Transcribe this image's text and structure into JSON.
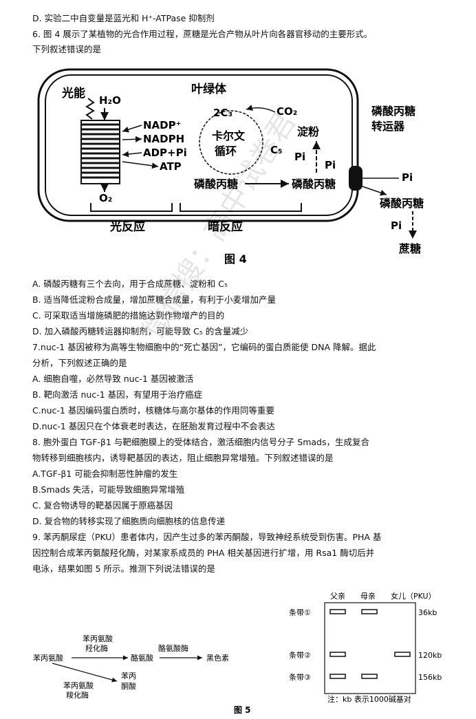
{
  "top_lines": [
    "D. 实验二中自变量是蓝光和 H⁺-ATPase 抑制剂",
    "6. 图 4 展示了某植物的光合作用过程，蔗糖是光合产物从叶片向各器官移动的主要形式。",
    "下列叙述错误的是"
  ],
  "figure4": {
    "light_label": "光能",
    "h2o": "H₂O",
    "o2": "O₂",
    "chloroplast": "叶绿体",
    "c3": "2C₃",
    "co2": "CO₂",
    "calvin": [
      "卡尔文",
      "循环"
    ],
    "c5": "C₅",
    "nadp": "NADP⁺",
    "nadph": "NADPH",
    "adppi": "ADP+Pi",
    "atp": "ATP",
    "triose_left": "磷酸丙糖",
    "triose_mid": "磷酸丙糖",
    "starch": "淀粉",
    "pi_mid": "Pi",
    "pi_membrane": "Pi",
    "pi_out": "Pi",
    "transporter": [
      "磷酸丙糖",
      "转运器"
    ],
    "triose_out": "磷酸丙糖",
    "pi_low": "Pi",
    "sucrose": "蔗糖",
    "light_reaction": "光反应",
    "dark_reaction": "暗反应",
    "caption": "图 4"
  },
  "body_lines": [
    "A. 磷酸丙糖有三个去向，用于合成蔗糖、淀粉和 C₅",
    "B. 适当降低淀粉合成量，增加蔗糖合成量，有利于小麦增加产量",
    "C. 可采取适当增施磷肥的措施达到作物增产的目的",
    "D. 加入磷酸丙糖转运器抑制剂，可能导致 C₅ 的含量减少",
    "7.nuc-1 基因被称为高等生物细胞中的“死亡基因”，它编码的蛋白质能使 DNA 降解。据此",
    "分析，下列叙述正确的是",
    "A. 细胞自噬，必然导致 nuc-1 基因被激活",
    "B. 靶向激活 nuc-1 基因，有望用于治疗癌症",
    "C.nuc-1 基因编码蛋白质时，核糖体与高尔基体的作用同等重要",
    "D.nuc-1 基因只在个体衰老时表达，在胚胎发育过程中不会表达",
    "8. 胞外蛋白 TGF-β1 与靶细胞膜上的受体结合，激活细胞内信号分子 Smads，生成复合",
    "物转移到细胞核内，诱导靶基因的表达，阻止细胞异常增殖。下列叙述错误的是",
    "A.TGF-β1 可能会抑制恶性肿瘤的发生",
    "B.Smads 失活，可能导致细胞异常增殖",
    "C. 复合物诱导的靶基因属于原癌基因",
    "D. 复合物的转移实现了细胞质向细胞核的信息传递",
    "9. 苯丙酮尿症（PKU）患者体内，因产生过多的苯丙酮酸，导致神经系统受到伤害。PHA 基",
    "因控制合成苯丙氨酸羟化酶，对某家系成员的 PHA 相关基因进行扩增，用 Rsa1 酶切后并",
    "电泳，结果如图 5 所示。推测下列说法错误的是"
  ],
  "figure5": {
    "pathway": {
      "phe": "苯丙氨酸",
      "enzyme1": [
        "苯丙氨酸",
        "羟化酶"
      ],
      "tyr": "酪氨酸",
      "enzyme2": "酪氨酸酶",
      "melanin": "黑色素",
      "enzyme3": [
        "苯丙氨酸",
        "羧化酶"
      ],
      "ppa": [
        "苯丙",
        "酮酸"
      ]
    },
    "gel": {
      "columns": [
        "父亲",
        "母亲",
        "女儿（PKU）"
      ],
      "bands": [
        {
          "label": "条带①",
          "size": "36kb",
          "present": [
            true,
            true,
            false
          ]
        },
        {
          "label": "条带②",
          "size": "120kb",
          "present": [
            true,
            false,
            true
          ]
        },
        {
          "label": "条带③",
          "size": "156kb",
          "present": [
            true,
            true,
            false
          ]
        }
      ],
      "note": "注：kb 表示1000碱基对"
    },
    "caption": "图 5"
  },
  "watermark": "微信搜：高中试卷君"
}
